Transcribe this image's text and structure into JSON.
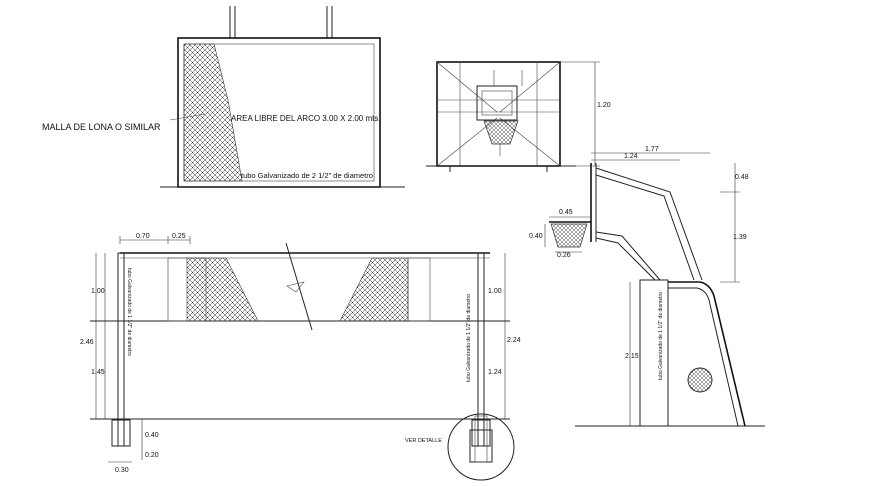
{
  "labels": {
    "malla": "MALLA DE LONA O SIMILAR",
    "area_libre": "AREA LIBRE DEL ARCO 3.00 X 2.00 mts.",
    "tubo_top": "tubo Galvanizado de 2 1/2\" de diametro",
    "tubo_left": "tubo Galvanizado de 1 1/2\" de diametro",
    "tubo_right": "tubo Galvanizado de 1 1/2\" de diametro",
    "tubo_side": "tubo Galvanizado de 1 1/2\" de diametro",
    "ver_detalle": "VER DETALLE"
  },
  "dimensions": {
    "d_070": "0.70",
    "d_025": "0.25",
    "d_100_left": "1.00",
    "d_246": "2.46",
    "d_145": "1.45",
    "d_040_bottom": "0.40",
    "d_020": "0.20",
    "d_030": "0.30",
    "d_100_right": "1.00",
    "d_224": "2.24",
    "d_124_right": "1.24",
    "d_120": "1.20",
    "d_177": "1.77",
    "d_124_top": "1.24",
    "d_048": "0.48",
    "d_045": "0.45",
    "d_040_hoop": "0.40",
    "d_139": "1.39",
    "d_026": "0.26",
    "d_215": "2.15"
  }
}
